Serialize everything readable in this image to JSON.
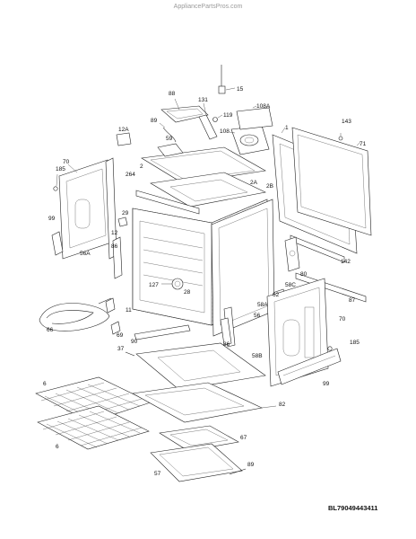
{
  "watermark": "AppliancePartsPros.com",
  "diagram_code": "BL79049443411",
  "callouts": [
    {
      "id": "15",
      "label": "15"
    },
    {
      "id": "88",
      "label": "88"
    },
    {
      "id": "131",
      "label": "131"
    },
    {
      "id": "119",
      "label": "119"
    },
    {
      "id": "108A",
      "label": "108A"
    },
    {
      "id": "89",
      "label": "89"
    },
    {
      "id": "108",
      "label": "108"
    },
    {
      "id": "1",
      "label": "1"
    },
    {
      "id": "143",
      "label": "143"
    },
    {
      "id": "12A",
      "label": "12A"
    },
    {
      "id": "59",
      "label": "59"
    },
    {
      "id": "71",
      "label": "71"
    },
    {
      "id": "70-left",
      "label": "70"
    },
    {
      "id": "185-left",
      "label": "185"
    },
    {
      "id": "2",
      "label": "2"
    },
    {
      "id": "2A",
      "label": "2A"
    },
    {
      "id": "2B",
      "label": "2B"
    },
    {
      "id": "264",
      "label": "264"
    },
    {
      "id": "99-left",
      "label": "99"
    },
    {
      "id": "29",
      "label": "29"
    },
    {
      "id": "12",
      "label": "12"
    },
    {
      "id": "86-upper",
      "label": "86"
    },
    {
      "id": "56A",
      "label": "56A"
    },
    {
      "id": "142",
      "label": "142"
    },
    {
      "id": "80",
      "label": "80"
    },
    {
      "id": "127",
      "label": "127"
    },
    {
      "id": "28",
      "label": "28"
    },
    {
      "id": "58C",
      "label": "58C"
    },
    {
      "id": "62",
      "label": "62"
    },
    {
      "id": "87",
      "label": "87"
    },
    {
      "id": "58A",
      "label": "58A"
    },
    {
      "id": "11",
      "label": "11"
    },
    {
      "id": "56",
      "label": "56"
    },
    {
      "id": "70-right",
      "label": "70"
    },
    {
      "id": "66",
      "label": "66"
    },
    {
      "id": "69",
      "label": "69"
    },
    {
      "id": "90",
      "label": "90"
    },
    {
      "id": "37",
      "label": "37"
    },
    {
      "id": "86-lower",
      "label": "86"
    },
    {
      "id": "185-right",
      "label": "185"
    },
    {
      "id": "58B",
      "label": "58B"
    },
    {
      "id": "99-right",
      "label": "99"
    },
    {
      "id": "6-upper",
      "label": "6"
    },
    {
      "id": "6-lower",
      "label": "6"
    },
    {
      "id": "82",
      "label": "82"
    },
    {
      "id": "67",
      "label": "67"
    },
    {
      "id": "57",
      "label": "57"
    },
    {
      "id": "89-lower",
      "label": "89"
    }
  ]
}
